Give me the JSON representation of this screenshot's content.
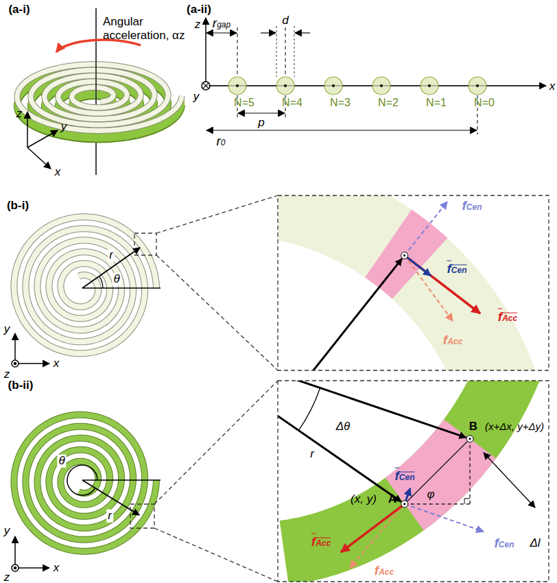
{
  "diagram": {
    "labels": [
      "(a-i)",
      "Angular acceleration, αz",
      "z",
      "y",
      "x",
      "(a-ii)",
      "z",
      "rgap",
      "d",
      "y",
      "x",
      "N=5",
      "N=4",
      "N=3",
      "N=2",
      "N=1",
      "N=0",
      "p",
      "r0",
      "(b-i)",
      "r",
      "θ",
      "y",
      "z",
      "x",
      "fCen",
      "fCen",
      "fAcc",
      "fAcc",
      "(b-ii)",
      "θ",
      "r",
      "y",
      "z",
      "x",
      "Δθ",
      "r",
      "B",
      "(x+Δx, y+Δy)",
      "fCen",
      "φ",
      "(x, y)",
      "A",
      "fCen",
      "fAcc",
      "fAcc",
      "Δl"
    ]
  }
}
